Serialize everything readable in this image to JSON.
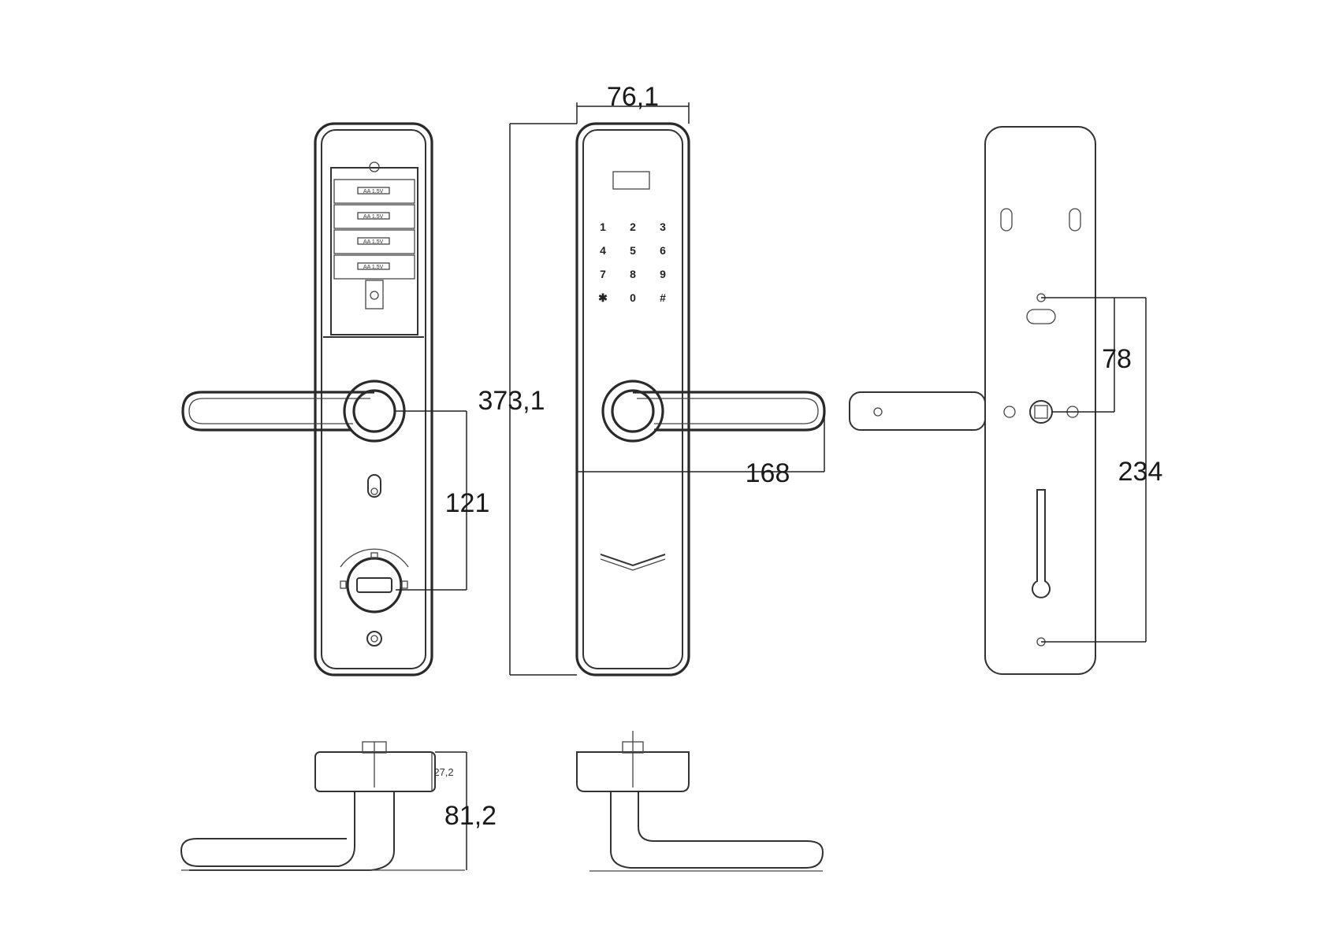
{
  "dimensions": {
    "plate_width": "76,1",
    "total_height": "373,1",
    "handle_to_lock_distance": "121",
    "handle_length": "168",
    "top_to_spindle": "78",
    "mounting_hole_distance": "234",
    "projection_depth": "81,2",
    "escutcheon_depth": "27,2"
  },
  "keypad": {
    "keys": [
      "1",
      "2",
      "3",
      "4",
      "5",
      "6",
      "7",
      "8",
      "9",
      "✱",
      "0",
      "#"
    ]
  },
  "battery_labels": [
    "AA 1.5V",
    "AA 1.5V",
    "AA 1.5V",
    "AA 1.5V"
  ]
}
